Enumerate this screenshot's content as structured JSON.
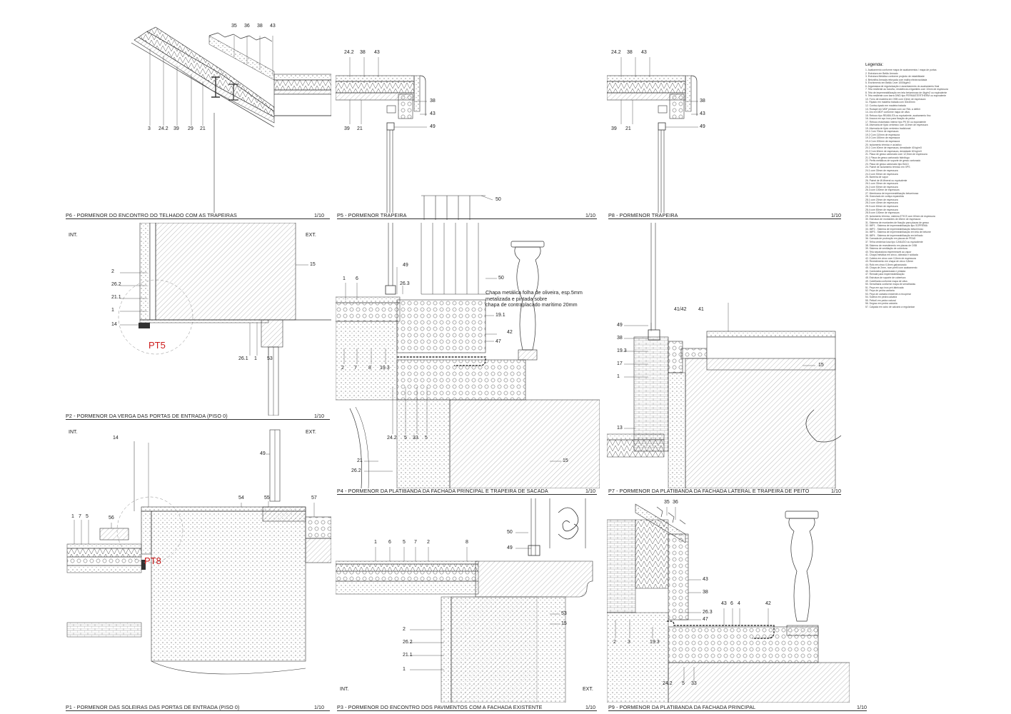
{
  "panels": {
    "p6": {
      "title": "P6 - PORMENOR DO ENCONTRO DO TELHADO COM AS TRAPEIRAS",
      "scale": "1/10",
      "labels_top": [
        "35",
        "36",
        "38",
        "43"
      ],
      "labels_bottom": [
        "3",
        "24.2",
        "39",
        "29",
        "21"
      ]
    },
    "p5": {
      "title": "P5 - PORMENOR TRAPEIRA",
      "scale": "1/10",
      "labels_top": [
        "24.2",
        "38",
        "43"
      ],
      "labels_right": [
        "38",
        "43",
        "49",
        "50"
      ],
      "labels_bottom": [
        "39",
        "21"
      ]
    },
    "p8": {
      "title": "P8 - PORMENOR TRAPEIRA",
      "scale": "1/10",
      "labels_top": [
        "24.2",
        "38",
        "43"
      ],
      "labels_right": [
        "38",
        "43",
        "49"
      ],
      "labels_bottom": [
        "39",
        "21"
      ]
    },
    "p2": {
      "title": "P2 - PORMENOR DA VERGA DAS PORTAS DE ENTRADA (PISO 0)",
      "scale": "1/10",
      "int": "INT.",
      "ext": "EXT.",
      "marker": "PT5",
      "labels_left": [
        "2",
        "26.2",
        "21.1",
        "1",
        "14"
      ],
      "labels_right": [
        "15"
      ],
      "labels_bottom": [
        "26.1",
        "1",
        "53"
      ]
    },
    "p4": {
      "title": "P4 - PORMENOR DA PLATIBANDA DA FACHADA PRINCIPAL E TRAPEIRA DE SACADA",
      "scale": "1/10",
      "labels": [
        "49",
        "26.3",
        "1",
        "6",
        "50",
        "19.1",
        "42",
        "47",
        "2",
        "7",
        "8",
        "19.3",
        "24.2",
        "5",
        "33",
        "5",
        "21",
        "26.2",
        "15"
      ],
      "note": [
        "Chapa metálica folha de oliveira, esp.5mm",
        "metalizada e pintada sobre",
        "chapa de contraplacado marítimo 20mm"
      ]
    },
    "p7": {
      "title": "P7 - PORMENOR DA PLATIBANDA DA FACHADA LATERAL E TRAPEIRA DE PEITO",
      "scale": "1/10",
      "labels": [
        "41/42",
        "41",
        "49",
        "38",
        "19.3",
        "17",
        "1",
        "15",
        "13"
      ]
    },
    "p1": {
      "title": "P1 - PORMENOR DAS SOLEIRAS DAS PORTAS DE ENTRADA (PISO 0)",
      "scale": "1/10",
      "int": "INT.",
      "ext": "EXT.",
      "marker": "PT8",
      "labels": [
        "14",
        "49",
        "54",
        "55",
        "57",
        "1",
        "7",
        "5",
        "56"
      ]
    },
    "p3": {
      "title": "P3 - PORMENOR DO ENCONTRO DOS PAVIMENTOS COM A FACHADA EXISTENTE",
      "scale": "1/10",
      "int": "INT.",
      "ext": "EXT.",
      "labels": [
        "50",
        "49",
        "1",
        "6",
        "5",
        "7",
        "2",
        "8",
        "53",
        "15",
        "2",
        "26.2",
        "21.1",
        "1"
      ]
    },
    "p9": {
      "title": "P9 - PORMENOR DA PLATIBANDA DA FACHADA PRINCIPAL",
      "scale": "1/10",
      "labels": [
        "35",
        "36",
        "43",
        "38",
        "43",
        "6",
        "4",
        "42",
        "26.3",
        "47",
        "2",
        "3",
        "19.3",
        "24.2",
        "5",
        "33"
      ]
    }
  },
  "legend": {
    "title": "Legenda:",
    "items": [
      "1.    Acabamento conforme mapa de acabamentos / mapa de portas",
      "2.    Estrutura em Betão Armado",
      "3.    Estrutura Metálica conforme projecto de estabilidade",
      "4.    Betonilha Armada reforçada com malha electrosoldada",
      "5.    Enchimento em Betão Leve 1000kg/m3",
      "6.    Argamassa de regularização e assentamento do acabamento final",
      "7.    Tela resiliente ao barulho, resistência a tigamites com 10mm de espessura",
      "8.    Tela de impermeabilização em tela betuminosa de 4kg/m2 ou equivalente",
      "9.    Tela resiliente com barra DWD tipo PERMASTERTHERM ou equivalente",
      "10.   Forro de madeira em OSB com 10mm de espessura",
      "11.   Ripado em madeira tratada com 30x40mm",
      "12.   Contra-ripado em madeira tratada",
      "13.   Rodapé em MDF pintado com cor RAL a definir",
      "14.   Aro em MDF conforme mapa de vãos",
      "15.   Reboco tipo REABILITA ou equivalente, acabamento fino",
      "16.   Ancora em aço inox para fixação de pedra",
      "17.   Reboco estanhado interior tipo PK 50 ou equivalente",
      "18.   Alvenaria de tijolo cerâmico com 110mm de espessura",
      "19.   Alvenaria de tijolo cerâmico tradicional",
      "19.1  Com 70mm de espessura",
      "19.2  Com 110mm de espessura",
      "19.3  Com 150mm de espessura",
      "19.4  Com 200mm de espessura",
      "20.   Isolamento térmico e acústico",
      "20.1  Com 40mm de espessura, densidade 40 kg/m3",
      "20.2  Com 60mm de espessura, densidade 60 kg/m3",
      "21.   Placa de gesso cartonado com 12,5mm de espessura",
      "21.1  Placa de gesso cartonado hidrófugo",
      "22.   Perfis metálicos de suporte de gesso cartonado",
      "23.   Placa de gesso cartonado tipo BA13",
      "24.   Painel de isolamento térmico em XPS",
      "24.1  com 30mm de espessura",
      "24.2  com 50mm de espessura",
      "25.   Barreira de vapor",
      "26.   Painel de lã Mineral ou equivalente",
      "26.1  com 30mm de espessura",
      "26.2  com 50mm de espessura",
      "26.3  com 100mm de espessura",
      "27.   Membrana de impermeabilização betuminosa",
      "28.   Granulado de cortiça expandida",
      "28.1  com 20mm de espessura",
      "28.2  com 40mm de espessura",
      "28.3  com 60mm de espessura",
      "28.4  com 80mm de espessura",
      "28.5  com 100mm de espessura",
      "29.   Isolamento térmico, sistema ETICS com 60mm de espessura",
      "30.   Estrutura de montantes de 48mm de espessura",
      "31.   Sistema de montantes de fixação para placas de gesso",
      "32.   IMP1 - Sistema de impermeabilização tipo SOPREMA",
      "33.   IMP2 - Sistema de impermeabilização betuminoso",
      "34.   IMP3 - Sistema de impermeabilização em tela de betume",
      "35.   IMP4 - Sistema de impermeabilização em telhado",
      "36.   Camada de protecção em placas de PEAD",
      "37.   Telha cerâmica lusa tipo CANUDO ou equivalente",
      "38.   Sistema de revestimento em placas de OSB",
      "39.   Sistema de ventilação de cobertura",
      "40.   Tela separadora impermeável ao vapor",
      "41.   Chapa metálica em zinco, dobrada e soldada",
      "42.   Caleira em zinco com 0,8mm de espessura",
      "43.   Revestimento em chapa de zinco 0,8mm",
      "44.   Rufo em zinco 0,8mm galvanizado",
      "45.   Chapa de 2mm, num perfil com acabamento",
      "46.   Cantoneira galvanizada e pintada",
      "47.   Remate para impermeabilização",
      "48.   Estrutura de suporte de cobertura",
      "49.   Caixilharia conforme mapa de vãos",
      "50.   Serralharia conforme mapa de serralharias",
      "51.   Peça em aço inox pré-fabricada",
      "52.   Peça de pedra cantaria",
      "53.   Peça de cantaria existente a recuperar",
      "54.   Soleira em pedra calcária",
      "55.   Peitoril em pedra natural",
      "56.   Degrau em pedra calcária",
      "57.   Calçada em cubo de calcário a regularizar"
    ]
  },
  "colors": {
    "line": "#333333",
    "marker": "#cc1a1a",
    "paper": "#ffffff"
  }
}
